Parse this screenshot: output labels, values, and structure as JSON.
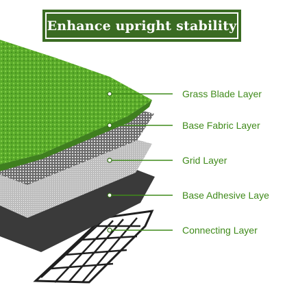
{
  "banner": {
    "title": "Enhance upright stability"
  },
  "layers": [
    {
      "id": "grass",
      "label": "Grass Blade Layer"
    },
    {
      "id": "fabric",
      "label": "Base Fabric Layer"
    },
    {
      "id": "grid",
      "label": "Grid Layer"
    },
    {
      "id": "adhesive",
      "label": "Base Adhesive Laye"
    },
    {
      "id": "connecting",
      "label": "Connecting Layer"
    }
  ],
  "colors": {
    "banner_bg": "#3a6b22",
    "label_text": "#3f8a1a",
    "leader_line": "#3f8a1a",
    "grass": "#5fae2e"
  }
}
